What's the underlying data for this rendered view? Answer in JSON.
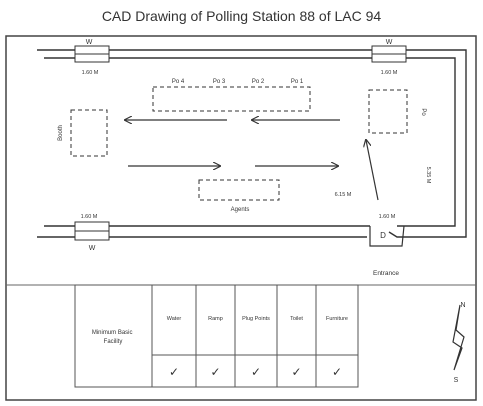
{
  "title": "CAD Drawing of Polling Station 88 of LAC 94",
  "plan": {
    "window_labels": {
      "top_left": "W",
      "top_right": "W",
      "bottom_left": "W"
    },
    "dimension_labels": {
      "top_left": "1.60 M",
      "top_right": "1.60 M",
      "bottom_left": "1.60 M",
      "door": "1.60 M",
      "diagonal": "6.15 M",
      "right_wall": "5.35 M"
    },
    "polling_officers": [
      "Po 4",
      "Po 3",
      "Po 2",
      "Po 1"
    ],
    "left_box_label": "Booth",
    "right_box_label": "Po",
    "agents_label": "Agents",
    "door_label": "D",
    "entrance_label": "Entrance"
  },
  "facility_table": {
    "row_header": "Minimum Basic Facility",
    "columns": [
      "Water",
      "Ramp",
      "Plug Points",
      "Toilet",
      "Furniture"
    ],
    "marks": [
      "✓",
      "✓",
      "✓",
      "✓",
      "✓"
    ]
  },
  "compass": {
    "north": "N",
    "south": "S"
  }
}
